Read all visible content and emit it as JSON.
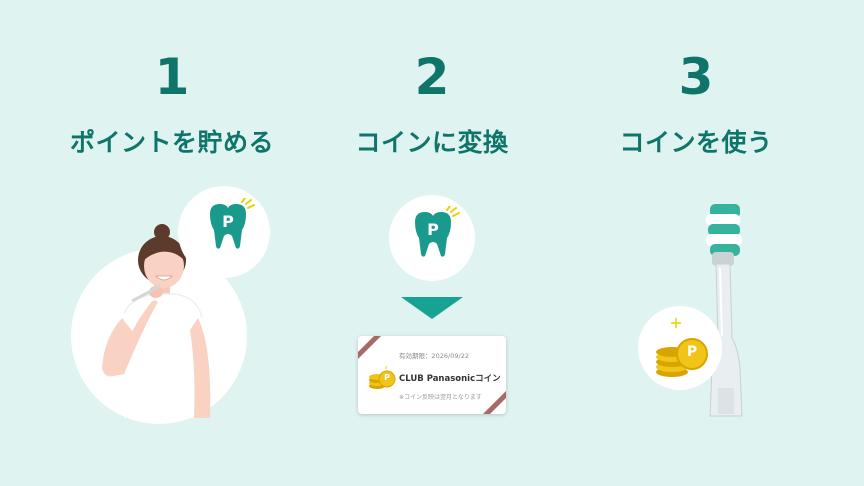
{
  "steps": [
    {
      "number": "1",
      "title": "ポイントを貯める"
    },
    {
      "number": "2",
      "title": "コインに変換"
    },
    {
      "number": "3",
      "title": "コインを使う"
    }
  ],
  "point_badge": {
    "letter": "P",
    "icon": "tooth-point-icon"
  },
  "coupon": {
    "expiry": "有効期限：2026/09/22",
    "name": "CLUB Panasonicコイン",
    "note": "※コイン反映は翌月となります",
    "coin_letter": "P"
  },
  "coin_badge": {
    "letter": "P",
    "icon": "coin-stack-icon"
  },
  "colors": {
    "background": "#dff3f1",
    "accent": "#0f756a",
    "tooth": "#1a9a8c",
    "arrow": "#16a394",
    "coin": "#f0c419",
    "spark": "#f0d000"
  }
}
